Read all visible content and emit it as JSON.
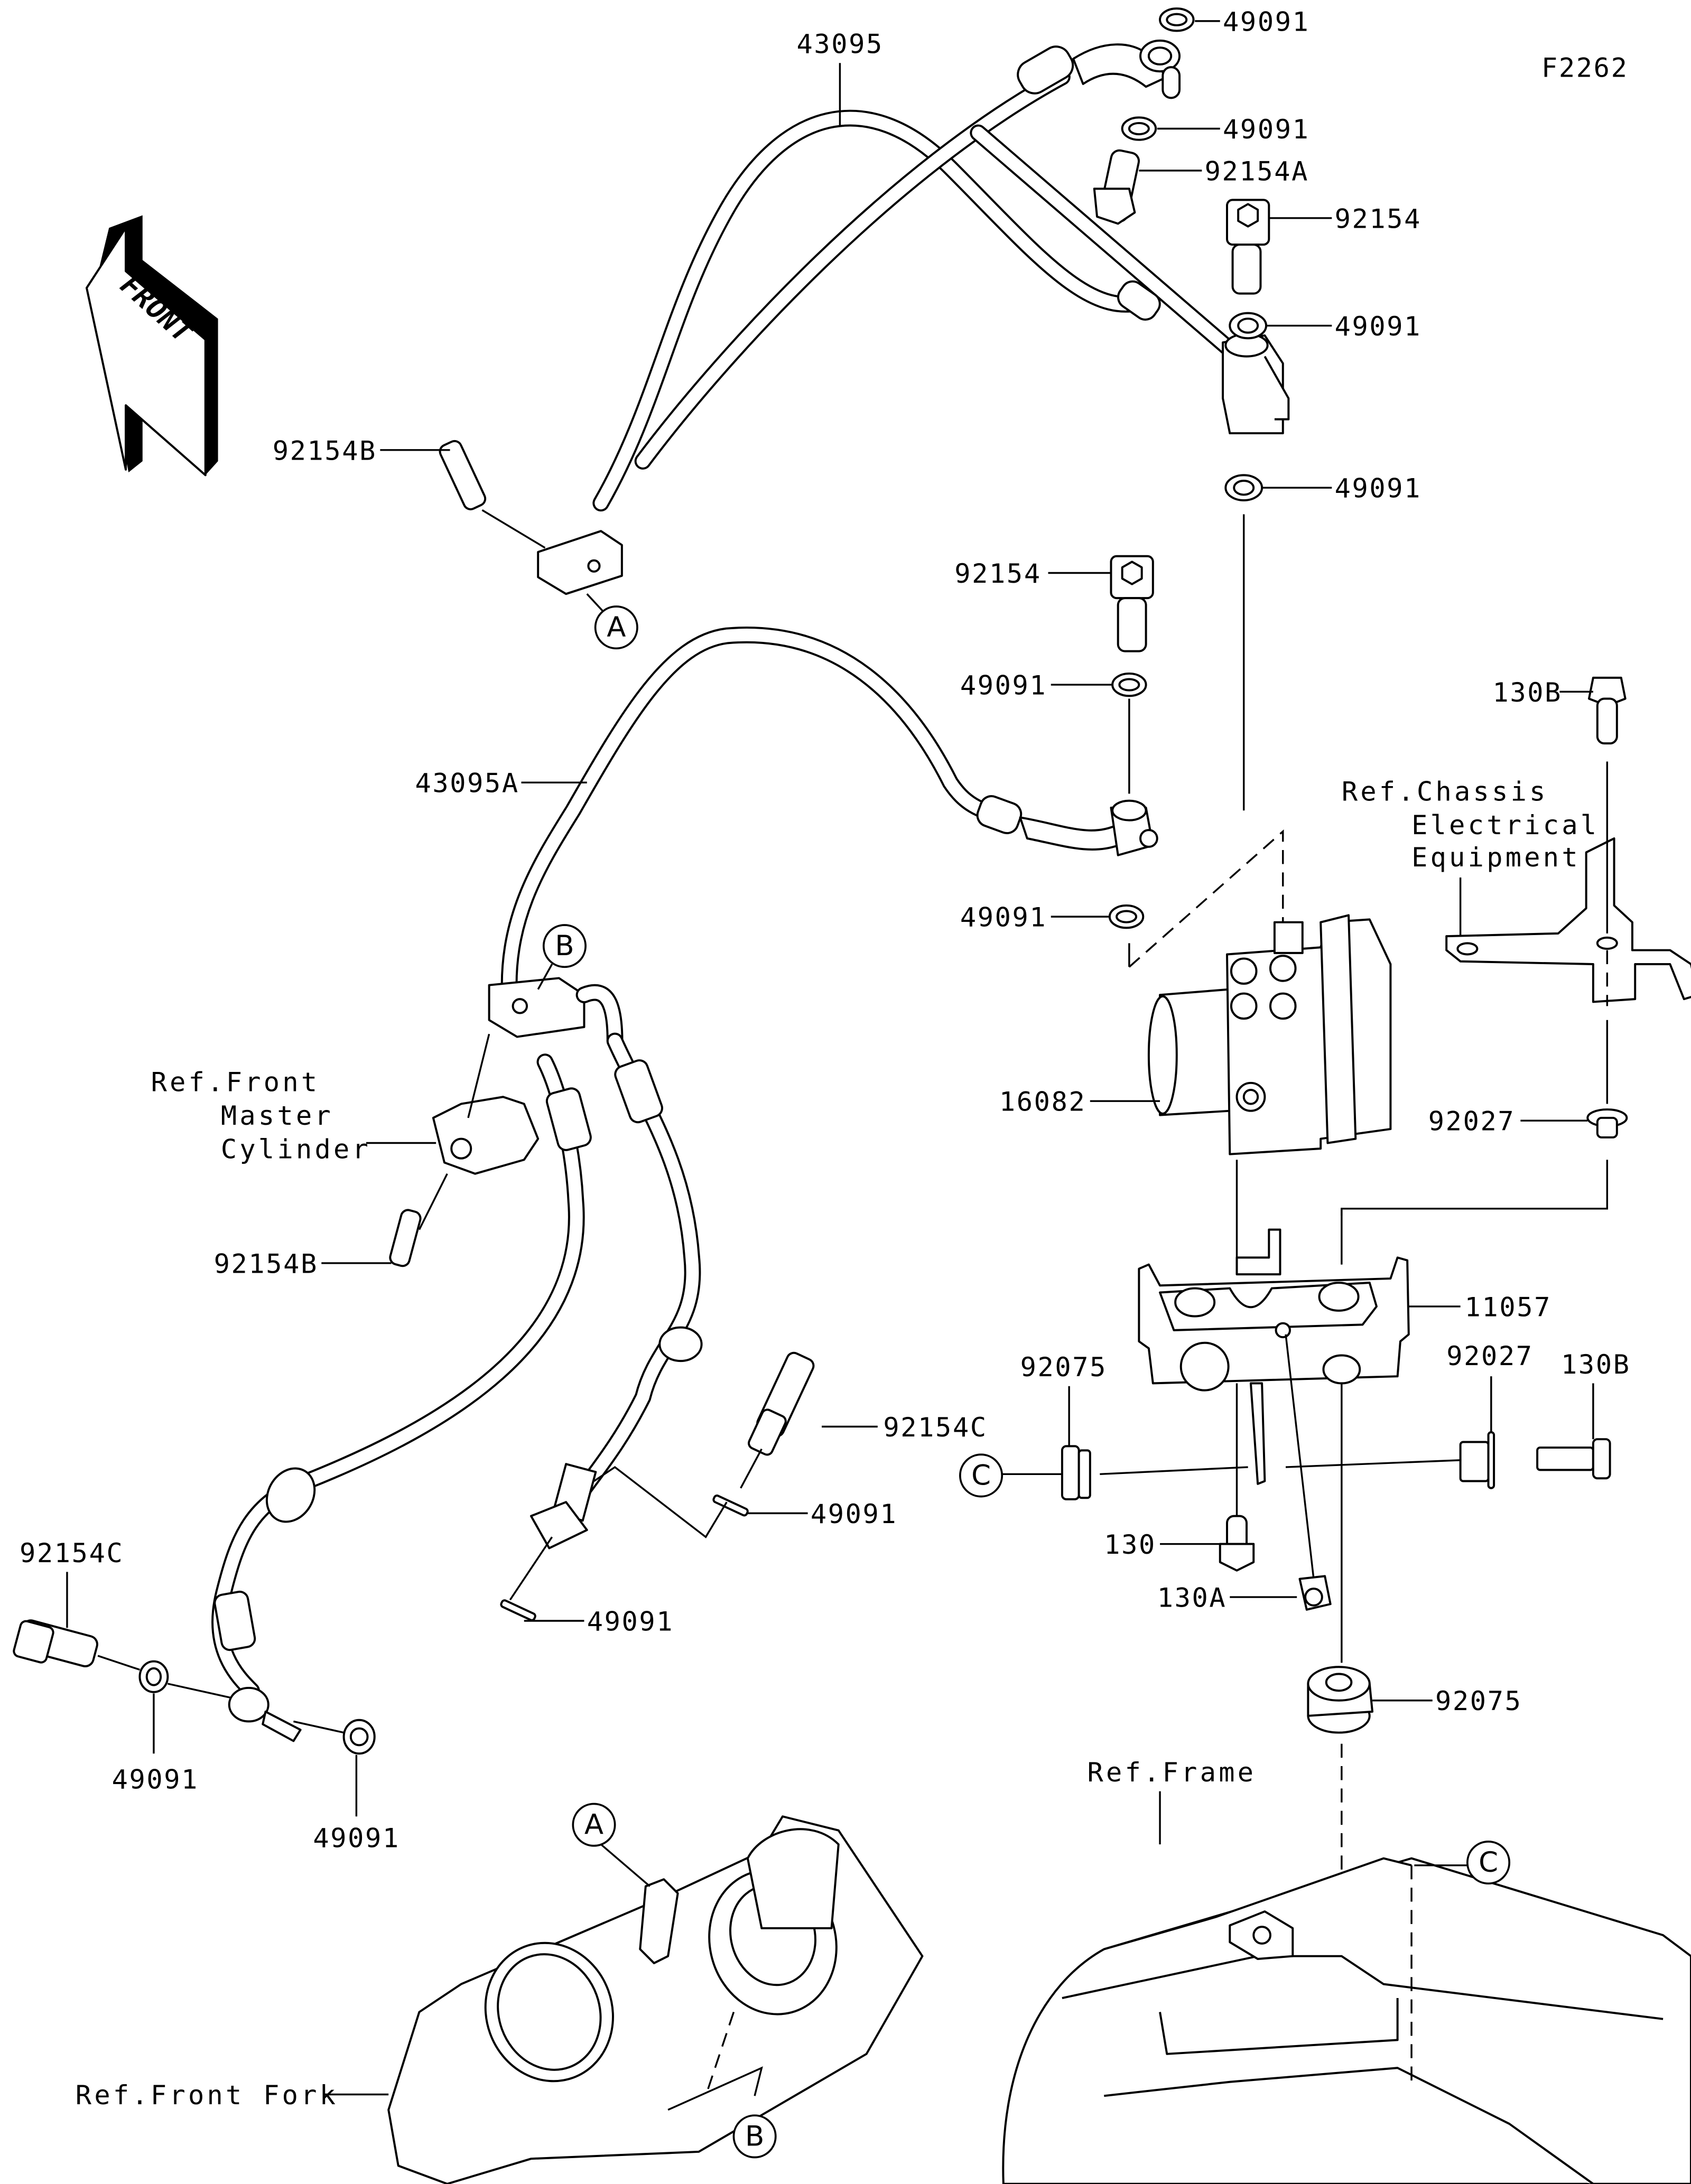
{
  "diagram": {
    "figure_code": "F2262",
    "direction_indicator": "FRONT",
    "part_labels": [
      {
        "id": "p1",
        "text": "43095"
      },
      {
        "id": "p2",
        "text": "49091"
      },
      {
        "id": "p3",
        "text": "49091"
      },
      {
        "id": "p4",
        "text": "92154A"
      },
      {
        "id": "p5",
        "text": "92154"
      },
      {
        "id": "p6",
        "text": "49091"
      },
      {
        "id": "p7",
        "text": "49091"
      },
      {
        "id": "p8",
        "text": "92154B"
      },
      {
        "id": "p9",
        "text": "92154"
      },
      {
        "id": "p10",
        "text": "49091"
      },
      {
        "id": "p11",
        "text": "43095A"
      },
      {
        "id": "p12",
        "text": "49091"
      },
      {
        "id": "p13",
        "text": "130B"
      },
      {
        "id": "p14",
        "text": "16082"
      },
      {
        "id": "p15",
        "text": "92027"
      },
      {
        "id": "p16",
        "text": "92154B"
      },
      {
        "id": "p17",
        "text": "11057"
      },
      {
        "id": "p18",
        "text": "92075"
      },
      {
        "id": "p19",
        "text": "92027"
      },
      {
        "id": "p20",
        "text": "130B"
      },
      {
        "id": "p21",
        "text": "92154C"
      },
      {
        "id": "p22",
        "text": "49091"
      },
      {
        "id": "p23",
        "text": "130"
      },
      {
        "id": "p24",
        "text": "130A"
      },
      {
        "id": "p25",
        "text": "49091"
      },
      {
        "id": "p26",
        "text": "92154C"
      },
      {
        "id": "p27",
        "text": "92075"
      },
      {
        "id": "p28",
        "text": "49091"
      },
      {
        "id": "p29",
        "text": "49091"
      }
    ],
    "reference_labels": {
      "chassis_electrical": [
        "Ref.Chassis",
        "Electrical",
        "Equipment"
      ],
      "front_master_cylinder": [
        "Ref.Front",
        "Master",
        "Cylinder"
      ],
      "frame": "Ref.Frame",
      "front_fork": "Ref.Front Fork"
    },
    "callouts": {
      "a_top": "A",
      "a_bottom": "A",
      "b_top": "B",
      "b_bottom": "B",
      "c_left": "C",
      "c_bottom": "C"
    }
  }
}
